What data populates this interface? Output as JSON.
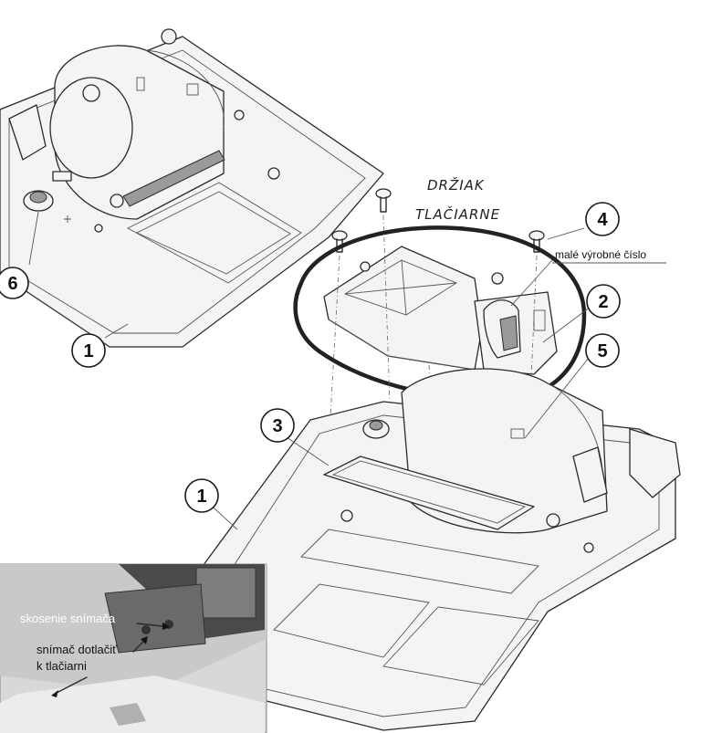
{
  "callouts": [
    {
      "number": "1"
    },
    {
      "number": "1"
    },
    {
      "number": "2"
    },
    {
      "number": "3"
    },
    {
      "number": "4"
    },
    {
      "number": "5"
    },
    {
      "number": "6"
    }
  ],
  "handwritten": {
    "line1": "DRŽIAK",
    "line2": "TLAČIARNE"
  },
  "serial_label": "malé výrobné číslo",
  "photo": {
    "label_bevel": "skosenie snímača",
    "label_push_1": "snímač dotlačiť",
    "label_push_2": "k tlačiarni"
  },
  "colors": {
    "highlight_ring": "#222222",
    "label_bevel_color": "#ffffff"
  }
}
